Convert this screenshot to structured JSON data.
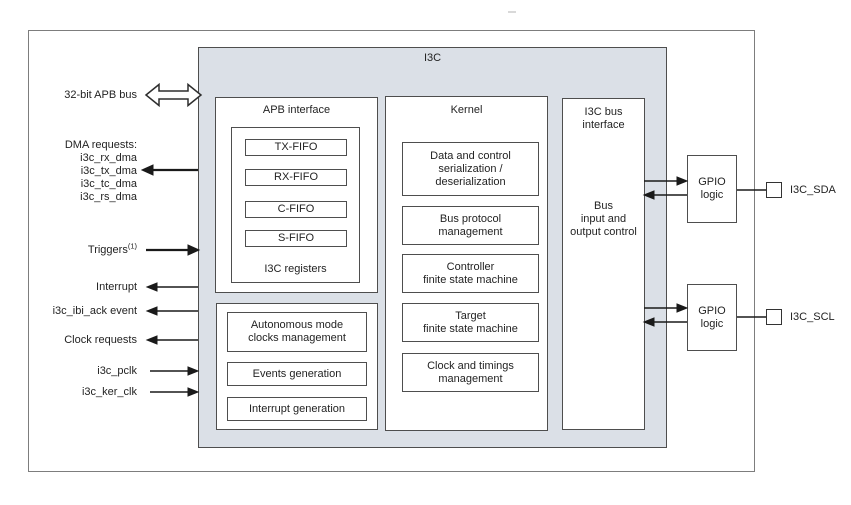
{
  "diagram": {
    "title": "I3C",
    "left_signals": {
      "apb_bus": "32-bit APB bus",
      "dma": "DMA requests:\ni3c_rx_dma\ni3c_tx_dma\ni3c_tc_dma\ni3c_rs_dma",
      "triggers": "Triggers",
      "triggers_sup": "(1)",
      "interrupt": "Interrupt",
      "ibi_ack": "i3c_ibi_ack event",
      "clock_requests": "Clock requests",
      "pclk": "i3c_pclk",
      "ker_clk": "i3c_ker_clk"
    },
    "apb_interface": {
      "title": "APB interface",
      "fifos": [
        "TX-FIFO",
        "RX-FIFO",
        "C-FIFO",
        "S-FIFO"
      ],
      "registers_label": "I3C registers",
      "lower_blocks": [
        "Autonomous mode\nclocks management",
        "Events generation",
        "Interrupt generation"
      ]
    },
    "kernel": {
      "title": "Kernel",
      "blocks": [
        "Data and control\nserialization /\ndeserialization",
        "Bus protocol\nmanagement",
        "Controller\nfinite state machine",
        "Target\nfinite state machine",
        "Clock and timings\nmanagement"
      ]
    },
    "bus_interface": {
      "title": "I3C bus\ninterface",
      "body": "Bus\ninput and\noutput control"
    },
    "gpio_label": "GPIO\nlogic",
    "pads": {
      "sda": "I3C_SDA",
      "scl": "I3C_SCL"
    },
    "colors": {
      "block_fill": "#dbe0e7",
      "block_border": "#4e4e4e",
      "outer_border": "#7d7d7d",
      "arrow": "#1a1a1a",
      "text": "#232323"
    }
  }
}
